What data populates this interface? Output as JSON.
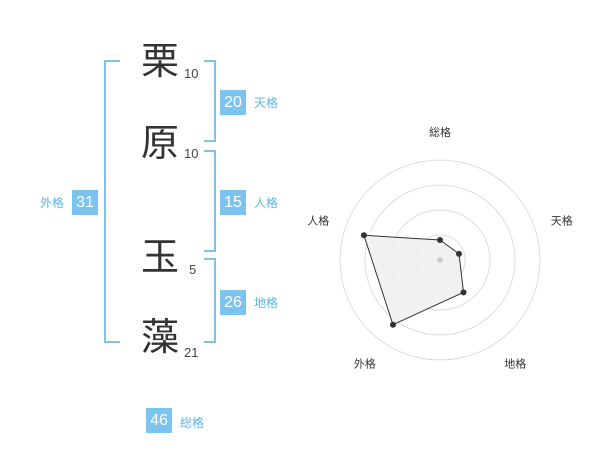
{
  "name": {
    "chars": [
      {
        "char": "栗",
        "strokes": "10"
      },
      {
        "char": "原",
        "strokes": "10"
      },
      {
        "char": "玉",
        "strokes": "5"
      },
      {
        "char": "藻",
        "strokes": "21"
      }
    ]
  },
  "fortune": {
    "tenkaku": {
      "value": "20",
      "label": "天格"
    },
    "jinkaku": {
      "value": "15",
      "label": "人格"
    },
    "chikaku": {
      "value": "26",
      "label": "地格"
    },
    "gaikaku": {
      "value": "31",
      "label": "外格"
    },
    "soukaku": {
      "value": "46",
      "label": "総格"
    }
  },
  "chart_data": {
    "type": "radar",
    "axes": [
      "総格",
      "天格",
      "地格",
      "外格",
      "人格"
    ],
    "max": 5,
    "rings": 4,
    "values": [
      1,
      1,
      2,
      4,
      4
    ],
    "colors": {
      "grid": "#dddddd",
      "line": "#333333",
      "fill": "#efefef",
      "point": "#333333"
    }
  },
  "colors": {
    "accent": "#7cc4ef"
  }
}
